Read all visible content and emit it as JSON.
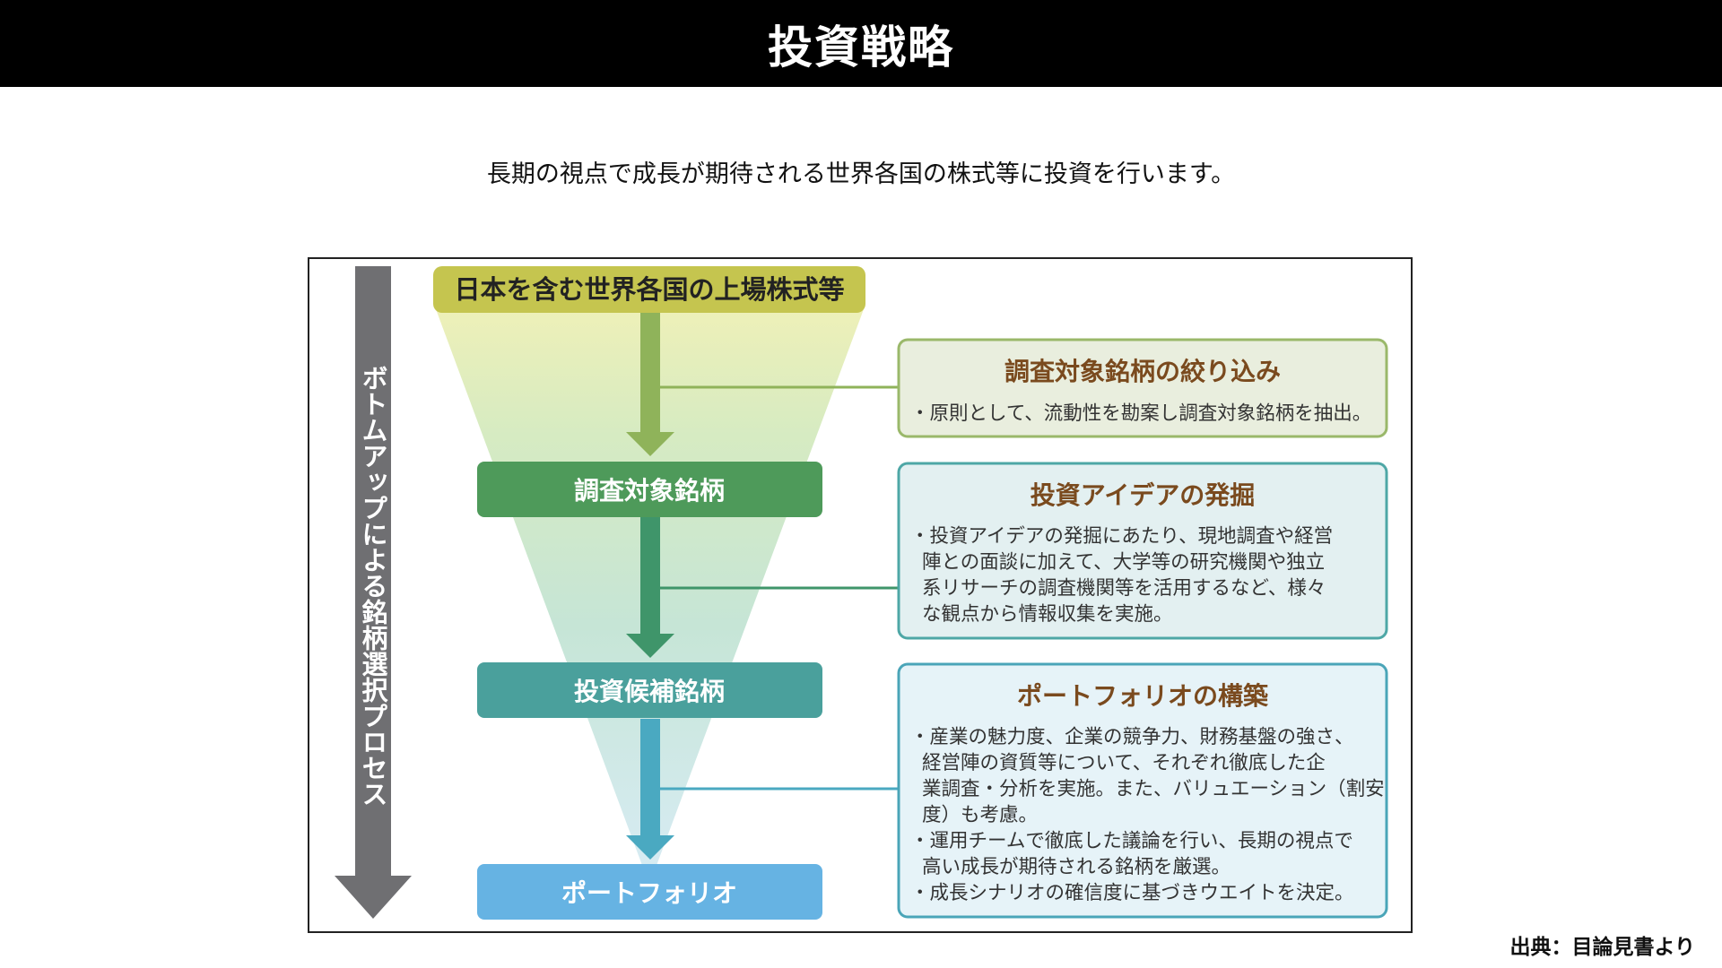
{
  "title": "投資戦略",
  "subtitle": "長期の視点で成長が期待される世界各国の株式等に投資を行います。",
  "source": "出典：目論見書より",
  "colors": {
    "header_bar": "#000000",
    "process_arrow": "#6f6f72",
    "top_box": "#c5c54f",
    "stage1_box": "#4e9a5a",
    "stage2_box": "#4aa09c",
    "stage3_box": "#66b3e3",
    "panel1_border": "#9ab86a",
    "panel2_border": "#4ea7a6",
    "panel3_border": "#4aa5b8",
    "panel_title": "#7a4a1e"
  },
  "diagram": {
    "side_label": "ボトムアップによる銘柄選択プロセス",
    "funnel": {
      "top": "日本を含む世界各国の上場株式等",
      "stages": [
        "調査対象銘柄",
        "投資候補銘柄",
        "ポートフォリオ"
      ]
    },
    "panels": [
      {
        "title": "調査対象銘柄の絞り込み",
        "lines": [
          "・原則として、流動性を勘案し調査対象銘柄を抽出。"
        ]
      },
      {
        "title": "投資アイデアの発掘",
        "lines": [
          "・投資アイデアの発掘にあたり、現地調査や経営",
          "陣との面談に加えて、大学等の研究機関や独立",
          "系リサーチの調査機関等を活用するなど、様々",
          "な観点から情報収集を実施。"
        ]
      },
      {
        "title": "ポートフォリオの構築",
        "lines": [
          "・産業の魅力度、企業の競争力、財務基盤の強さ、",
          "経営陣の資質等について、それぞれ徹底した企",
          "業調査・分析を実施。また、バリュエーション（割安",
          "度）も考慮。",
          "・運用チームで徹底した議論を行い、長期の視点で",
          "高い成長が期待される銘柄を厳選。",
          "・成長シナリオの確信度に基づきウエイトを決定。"
        ]
      }
    ]
  }
}
